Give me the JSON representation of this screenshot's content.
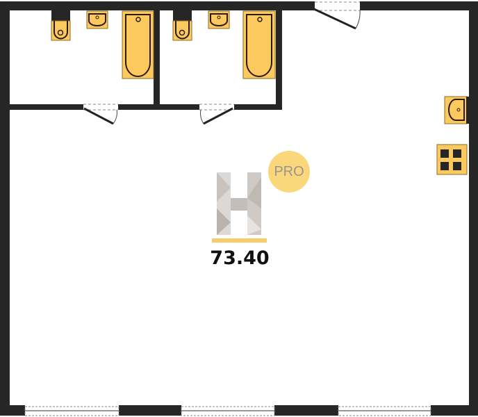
{
  "plan": {
    "area_label": "73.40",
    "badge_label": "PRO",
    "logo_letter": "H",
    "colors": {
      "wall": "#262626",
      "fixture": "#fbc95e",
      "badge": "#fbd77c",
      "logo_bar": "#f6cd6a"
    }
  }
}
